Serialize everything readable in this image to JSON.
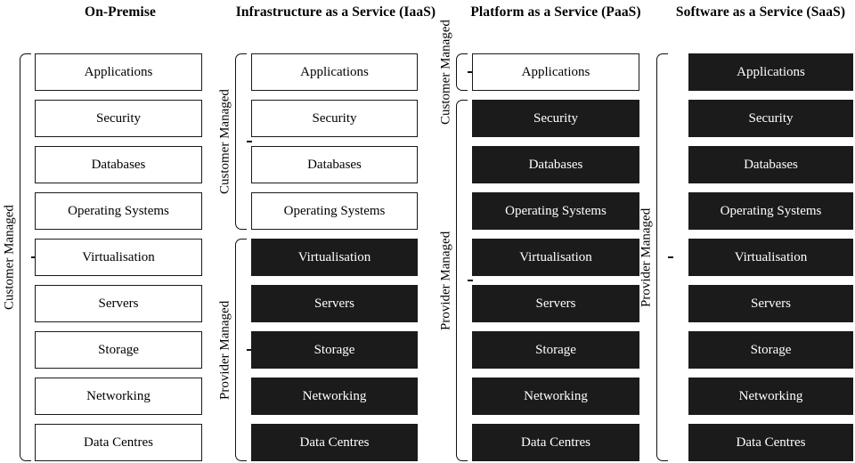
{
  "diagram": {
    "title_row": [
      {
        "id": "on-premise",
        "label": "On-Premise"
      },
      {
        "id": "iaas",
        "label": "Infrastructure as a Service (IaaS)"
      },
      {
        "id": "paas",
        "label": "Platform as a Service (PaaS)"
      },
      {
        "id": "saas",
        "label": "Software as a Service (SaaS)"
      }
    ],
    "layer_names": [
      "Applications",
      "Security",
      "Databases",
      "Operating Systems",
      "Virtualisation",
      "Servers",
      "Storage",
      "Networking",
      "Data Centres"
    ],
    "bracket_labels": {
      "customer": "Customer Managed",
      "provider": "Provider Managed"
    },
    "colors": {
      "dark_fill": "#1b1b1b",
      "light_fill": "#ffffff",
      "stroke": "#1a1a1a",
      "dark_text": "#ffffff",
      "light_text": "#000000"
    },
    "columns": [
      {
        "id": "on-premise",
        "title": "On-Premise",
        "layers": [
          {
            "name": "Applications",
            "fill": "light"
          },
          {
            "name": "Security",
            "fill": "light"
          },
          {
            "name": "Databases",
            "fill": "light"
          },
          {
            "name": "Operating Systems",
            "fill": "light"
          },
          {
            "name": "Virtualisation",
            "fill": "light"
          },
          {
            "name": "Servers",
            "fill": "light"
          },
          {
            "name": "Storage",
            "fill": "light"
          },
          {
            "name": "Networking",
            "fill": "light"
          },
          {
            "name": "Data Centres",
            "fill": "light"
          }
        ],
        "brackets": [
          {
            "label": "Customer Managed",
            "from": 0,
            "to": 8
          }
        ]
      },
      {
        "id": "iaas",
        "title": "Infrastructure as a Service (IaaS)",
        "layers": [
          {
            "name": "Applications",
            "fill": "light"
          },
          {
            "name": "Security",
            "fill": "light"
          },
          {
            "name": "Databases",
            "fill": "light"
          },
          {
            "name": "Operating Systems",
            "fill": "light"
          },
          {
            "name": "Virtualisation",
            "fill": "dark"
          },
          {
            "name": "Servers",
            "fill": "dark"
          },
          {
            "name": "Storage",
            "fill": "dark"
          },
          {
            "name": "Networking",
            "fill": "dark"
          },
          {
            "name": "Data Centres",
            "fill": "dark"
          }
        ],
        "brackets": [
          {
            "label": "Customer Managed",
            "from": 0,
            "to": 3
          },
          {
            "label": "Provider Managed",
            "from": 4,
            "to": 8
          }
        ]
      },
      {
        "id": "paas",
        "title": "Platform as a Service (PaaS)",
        "layers": [
          {
            "name": "Applications",
            "fill": "light"
          },
          {
            "name": "Security",
            "fill": "dark"
          },
          {
            "name": "Databases",
            "fill": "dark"
          },
          {
            "name": "Operating Systems",
            "fill": "dark"
          },
          {
            "name": "Virtualisation",
            "fill": "dark"
          },
          {
            "name": "Servers",
            "fill": "dark"
          },
          {
            "name": "Storage",
            "fill": "dark"
          },
          {
            "name": "Networking",
            "fill": "dark"
          },
          {
            "name": "Data Centres",
            "fill": "dark"
          }
        ],
        "brackets": [
          {
            "label": "Customer Managed",
            "from": 0,
            "to": 0
          },
          {
            "label": "Provider Managed",
            "from": 1,
            "to": 8
          }
        ]
      },
      {
        "id": "saas",
        "title": "Software as a Service (SaaS)",
        "layers": [
          {
            "name": "Applications",
            "fill": "dark"
          },
          {
            "name": "Security",
            "fill": "dark"
          },
          {
            "name": "Databases",
            "fill": "dark"
          },
          {
            "name": "Operating Systems",
            "fill": "dark"
          },
          {
            "name": "Virtualisation",
            "fill": "dark"
          },
          {
            "name": "Servers",
            "fill": "dark"
          },
          {
            "name": "Storage",
            "fill": "dark"
          },
          {
            "name": "Networking",
            "fill": "dark"
          },
          {
            "name": "Data Centres",
            "fill": "dark"
          }
        ],
        "brackets": [
          {
            "label": "Provider Managed",
            "from": 0,
            "to": 8
          }
        ]
      }
    ]
  }
}
